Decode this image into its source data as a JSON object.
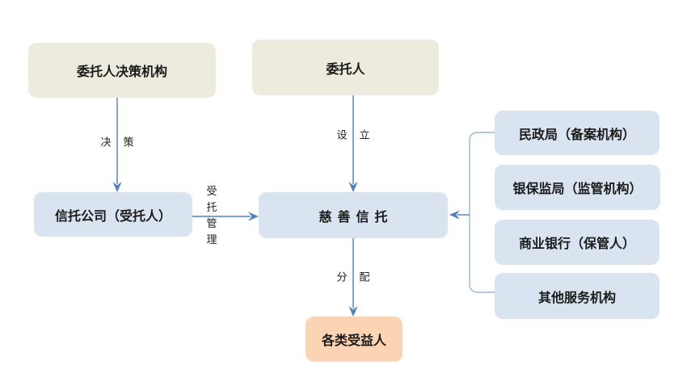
{
  "nodes": {
    "decision_body": {
      "label": "委托人决策机构"
    },
    "settlor": {
      "label": "委托人"
    },
    "trust_company": {
      "label": "信托公司（受托人）"
    },
    "charitable_trust": {
      "label": "慈善信托"
    },
    "beneficiaries": {
      "label": "各类受益人"
    },
    "civil_affairs_bureau": {
      "label": "民政局（备案机构）"
    },
    "banking_regulator": {
      "label": "银保监局（监管机构）"
    },
    "commercial_bank": {
      "label": "商业银行（保管人）"
    },
    "other_services": {
      "label": "其他服务机构"
    }
  },
  "edges": {
    "decide": {
      "label": "决策",
      "from": "decision_body",
      "to": "trust_company"
    },
    "establish": {
      "label": "设立",
      "from": "settlor",
      "to": "charitable_trust"
    },
    "entrusted_management": {
      "label": "受托管理",
      "from": "trust_company",
      "to": "charitable_trust"
    },
    "distribute": {
      "label": "分配",
      "from": "charitable_trust",
      "to": "beneficiaries"
    },
    "service_bracket": {
      "label": "",
      "from": "service_institutions",
      "to": "charitable_trust"
    }
  },
  "colors": {
    "node_beige_fill": "#ECEBDD",
    "node_blue_fill": "#DAE4F1",
    "node_orange_fill": "#FBD4B3",
    "arrow_stroke": "#4E80BC",
    "bracket_stroke": "#9CB6DA",
    "text": "#1A1A1A",
    "background": "#FFFFFF"
  }
}
